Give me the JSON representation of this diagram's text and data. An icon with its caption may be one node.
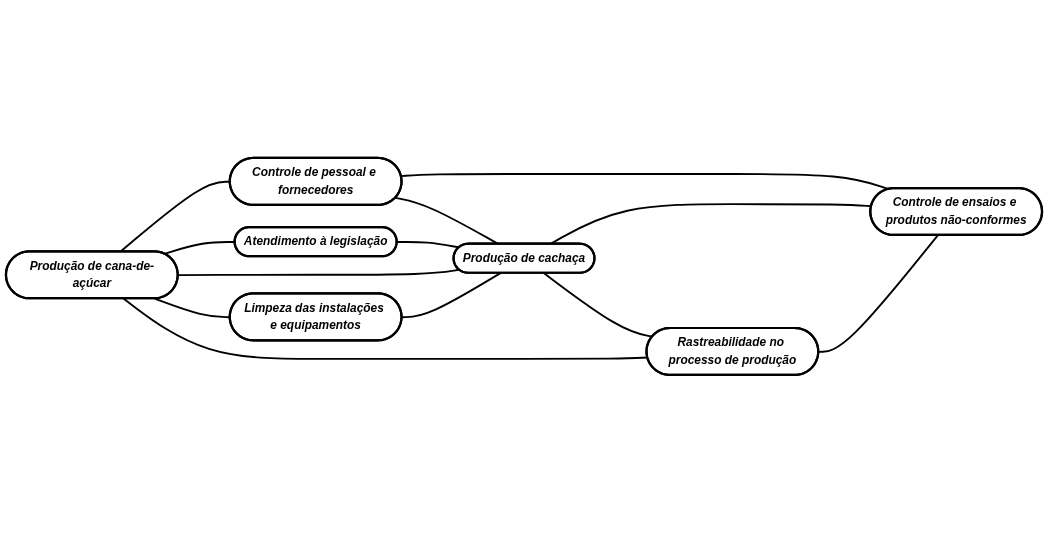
{
  "diagram": {
    "nodes": [
      {
        "text": [
          "Controle de pessoal e fornecedores"
        ]
      },
      {
        "text": [
          "Atendimento à legislação"
        ]
      },
      {
        "text": [
          "Produção de cana-de-açúcar"
        ]
      },
      {
        "text": [
          "Produção de cachaça"
        ]
      },
      {
        "text": [
          "Controle de ensaios e produtos não-conformes"
        ]
      },
      {
        "text": [
          "Limpeza das instalações e equipamentos"
        ]
      },
      {
        "text": [
          "Rastreabilidade no processo de produção"
        ]
      }
    ],
    "edges": [
      {
        "from": 2,
        "to": 0,
        "arrow": "none"
      },
      {
        "from": 0,
        "to": 4,
        "arrow": "none"
      },
      {
        "from": 2,
        "to": 1,
        "arrow": "none"
      },
      {
        "from": 1,
        "to": 3,
        "arrow": "none"
      },
      {
        "from": 2,
        "to": 3,
        "arrow": "none"
      },
      {
        "from": 3,
        "to": 4,
        "arrow": "none"
      },
      {
        "from": 2,
        "to": 5,
        "arrow": "none"
      },
      {
        "from": 5,
        "to": 3,
        "arrow": "none"
      },
      {
        "from": 0,
        "to": 3,
        "arrow": "none"
      },
      {
        "from": 3,
        "to": 6,
        "arrow": "none"
      },
      {
        "from": 2,
        "to": 6,
        "arrow": "none"
      },
      {
        "from": 6,
        "to": 4,
        "arrow": "none"
      }
    ]
  }
}
